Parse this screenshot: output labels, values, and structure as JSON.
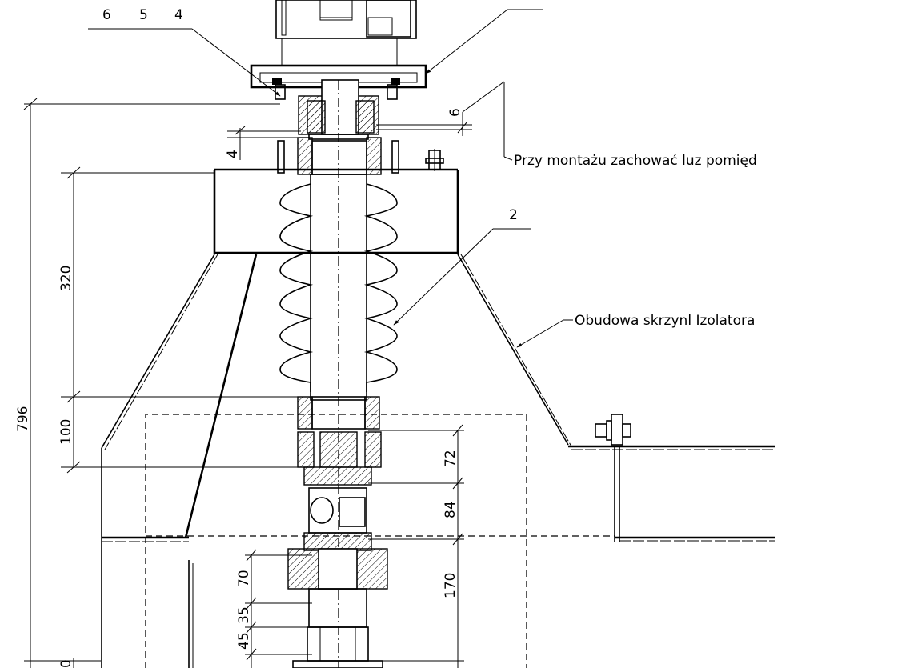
{
  "drawing": {
    "callouts": {
      "top_left": [
        "6",
        "5",
        "4"
      ],
      "part_2": "2"
    },
    "notes": {
      "mounting_note": "Przy montażu zachować luz pomięd",
      "housing_note": "Obudowa skrzynl Izolatora"
    },
    "dimensions": {
      "d796": "796",
      "d320": "320",
      "d100": "100",
      "d6": "6",
      "d4": "4",
      "d72": "72",
      "d84": "84",
      "d170": "170",
      "d70": "70",
      "d35": "35",
      "d45": "45",
      "d0_partial": "0"
    }
  }
}
